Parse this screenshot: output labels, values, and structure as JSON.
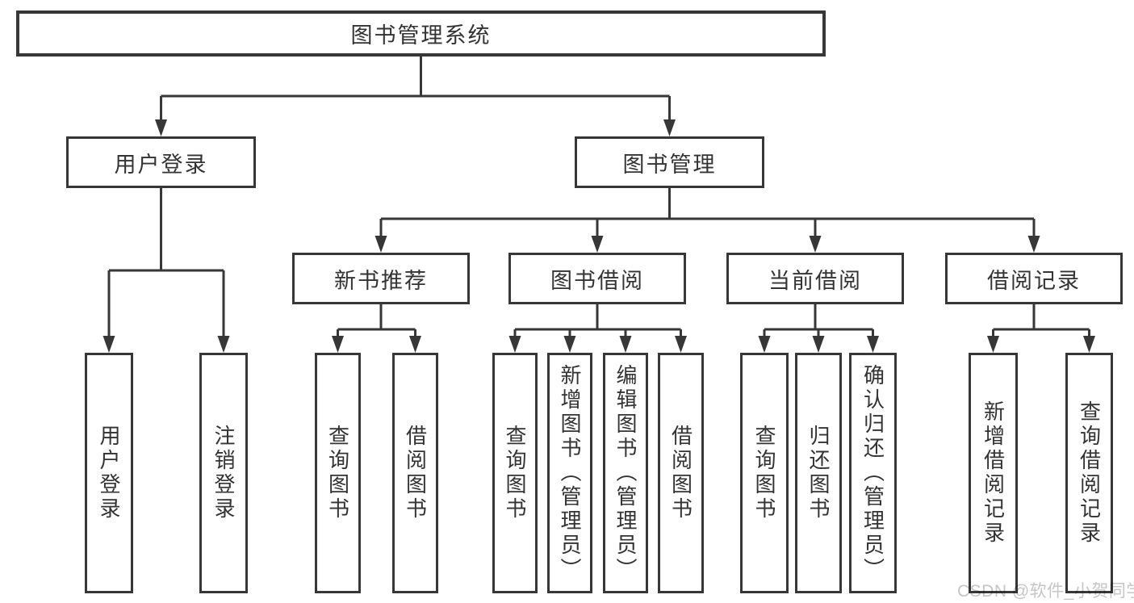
{
  "diagram": {
    "type": "hierarchy-diagram",
    "root": {
      "label": "图书管理系统"
    },
    "level2": [
      {
        "id": "user-login",
        "label": "用户登录"
      },
      {
        "id": "book-management",
        "label": "图书管理"
      }
    ],
    "level3": [
      {
        "id": "new-book-recommend",
        "label": "新书推荐"
      },
      {
        "id": "book-borrow",
        "label": "图书借阅"
      },
      {
        "id": "current-borrow",
        "label": "当前借阅"
      },
      {
        "id": "borrow-records",
        "label": "借阅记录"
      }
    ],
    "leaves": {
      "user_login": [
        {
          "label": "用户登录"
        },
        {
          "label": "注销登录"
        }
      ],
      "new_book_recommend": [
        {
          "label": "查询图书"
        },
        {
          "label": "借阅图书"
        }
      ],
      "book_borrow": [
        {
          "label": "查询图书"
        },
        {
          "label": "新增图书（管理员）"
        },
        {
          "label": "编辑图书（管理员）"
        },
        {
          "label": "借阅图书"
        }
      ],
      "current_borrow": [
        {
          "label": "查询图书"
        },
        {
          "label": "归还图书"
        },
        {
          "label": "确认归还（管理员）"
        }
      ],
      "borrow_records": [
        {
          "label": "新增借阅记录"
        },
        {
          "label": "查询借阅记录"
        }
      ]
    },
    "watermark": {
      "text": "CSDN @软件_小贺同学"
    },
    "colors": {
      "line": "#373737",
      "box_border": "#373737",
      "text": "#333333",
      "background": "#ffffff",
      "watermark": "#c6c6c6"
    }
  }
}
